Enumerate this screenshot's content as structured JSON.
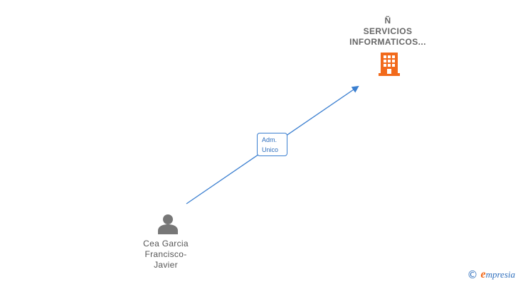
{
  "company": {
    "line1": "Ñ",
    "line2": "SERVICIOS",
    "line3": "INFORMATICOS...",
    "icon": "building-icon",
    "color": "#f26a1b"
  },
  "relation": {
    "line1": "Adm.",
    "line2": "Unico",
    "color": "#3b7fd0"
  },
  "person": {
    "line1": "Cea Garcia",
    "line2": "Francisco-",
    "line3": "Javier",
    "icon": "person-icon",
    "color": "#777777"
  },
  "footer": {
    "copyright": "©",
    "brand_first": "e",
    "brand_rest": "mpresia"
  }
}
